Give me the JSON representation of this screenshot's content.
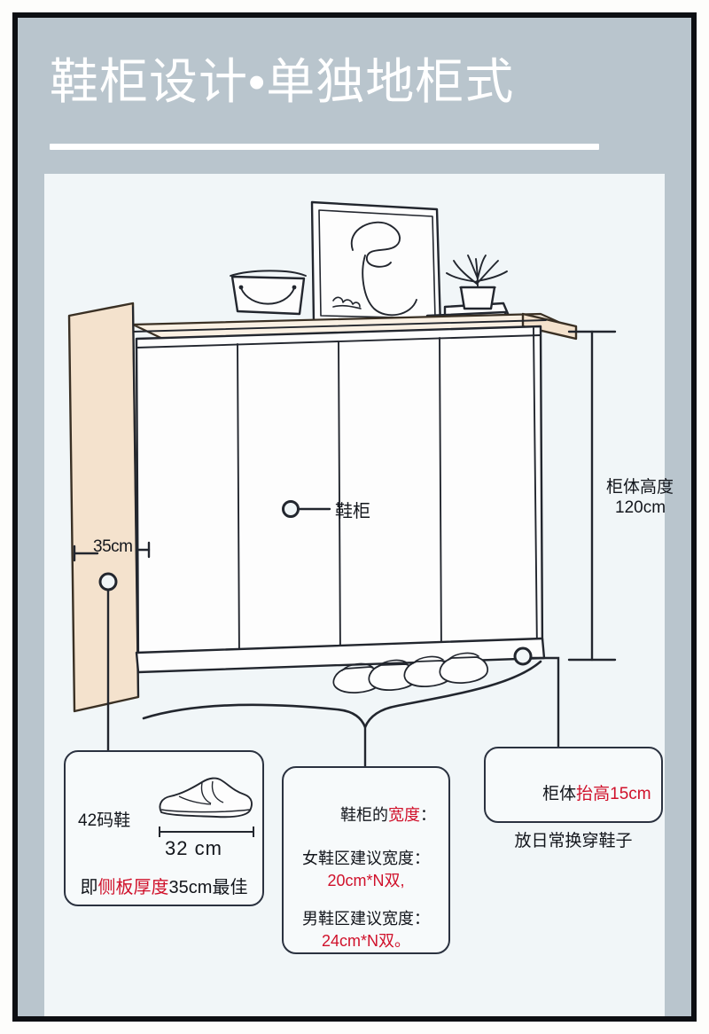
{
  "header": {
    "title": "鞋柜设计•单独地柜式"
  },
  "diagram": {
    "labels": {
      "cabinet": "鞋柜",
      "side_depth": "35cm",
      "height_label": "柜体高度",
      "height_value": "120cm"
    },
    "objects": [
      {
        "name": "basket",
        "label": "basket-with-handle"
      },
      {
        "name": "picture-frame",
        "label": "framed-line-art"
      },
      {
        "name": "books",
        "label": "stacked-books"
      },
      {
        "name": "plant",
        "label": "potted-plant"
      },
      {
        "name": "slippers",
        "label": "row-of-slippers"
      }
    ]
  },
  "callouts": [
    {
      "id": "depth",
      "shoe_size_label": "42码鞋",
      "dimension": "32 cm",
      "conclusion_prefix": "即",
      "conclusion_red": "侧板厚度",
      "conclusion_suffix": "35cm最佳"
    },
    {
      "id": "width",
      "lines": [
        {
          "plain": "鞋柜的",
          "red": "宽度",
          "tail": "："
        },
        {
          "plain": "女鞋区建议宽度：",
          "red": "",
          "tail": ""
        },
        {
          "plain": "",
          "red": "20cm*N双,",
          "tail": ""
        },
        {
          "plain": "",
          "red": "",
          "tail": ""
        },
        {
          "plain": "男鞋区建议宽度：",
          "red": "",
          "tail": ""
        },
        {
          "plain": "",
          "red": "24cm*N双。",
          "tail": ""
        }
      ]
    },
    {
      "id": "lift",
      "line1_plain": "柜体",
      "line1_red": "抬高15cm",
      "line2": "放日常换穿鞋子"
    }
  ],
  "colors": {
    "frame_border": "#0d0f13",
    "header_bg": "#b9c5cd",
    "canvas_bg": "#f1f6f8",
    "ink": "#2b3240",
    "accent_red": "#d0112b",
    "wood": "#f4e2cd"
  }
}
